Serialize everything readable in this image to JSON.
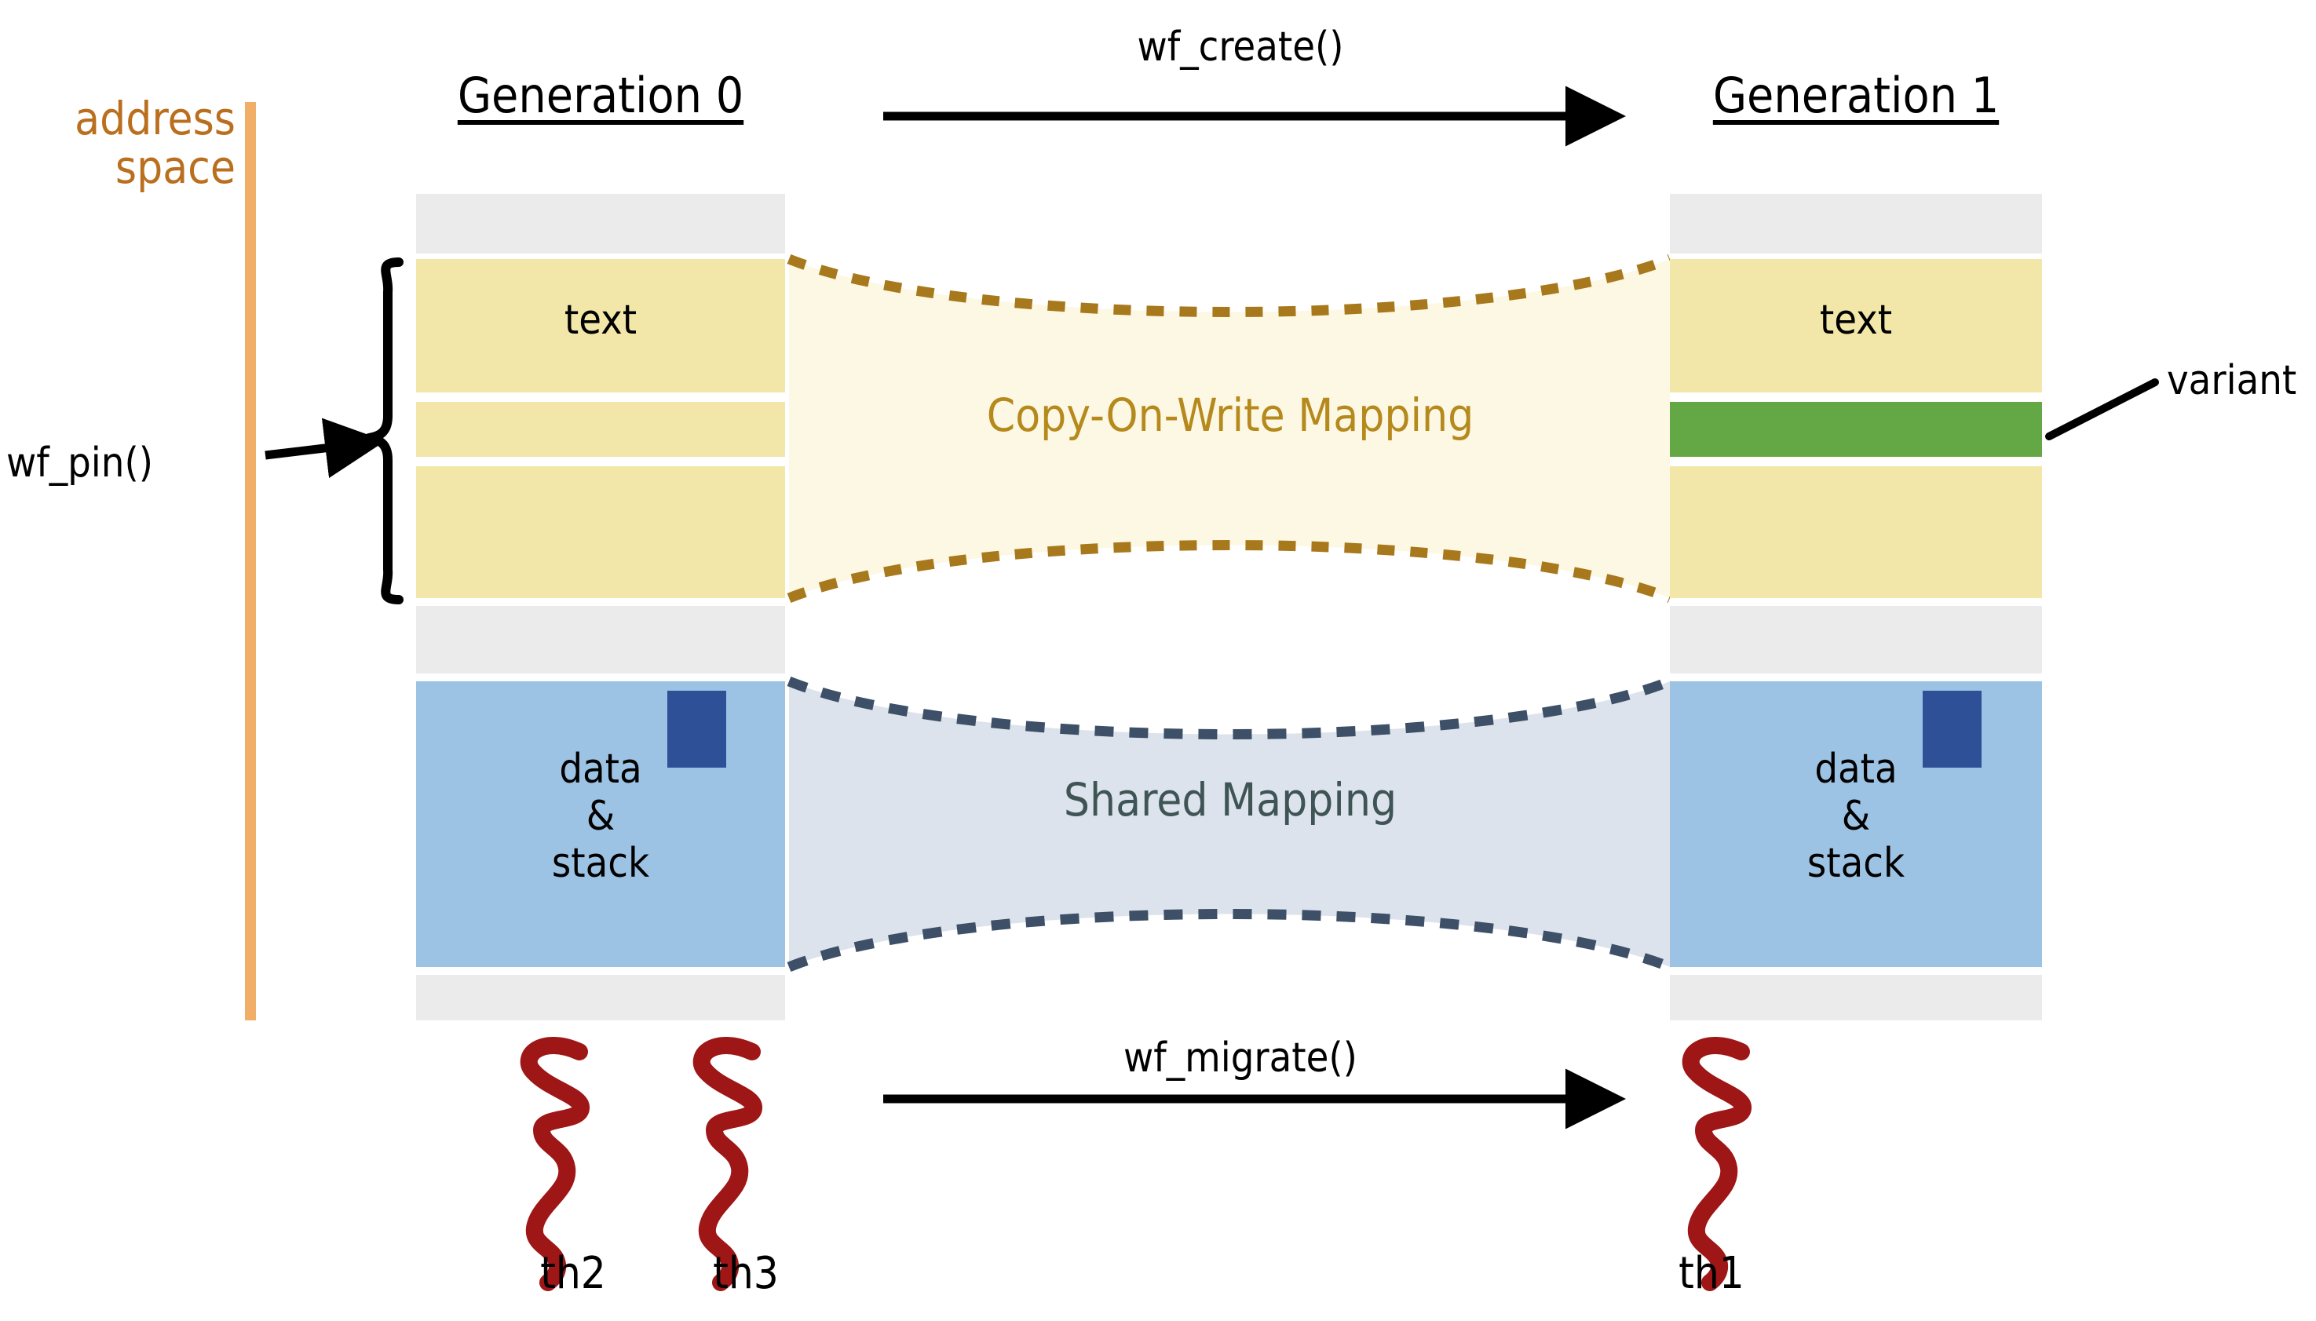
{
  "figure": {
    "title": "Whole-function multi-variant address space diagram",
    "axis": {
      "label": "address\nspace",
      "color": "#ba6f1e",
      "bar_color": "#f0ae68"
    },
    "columns": [
      {
        "id": "generation-0",
        "title": "Generation 0",
        "blocks": [
          {
            "name": "top-padding",
            "label": "",
            "color": "#ebebeb"
          },
          {
            "name": "text-segment",
            "label": "text",
            "color": "#f2e7a8"
          },
          {
            "name": "middle-slot",
            "label": "",
            "color": "#f2e7a8"
          },
          {
            "name": "lower-text",
            "label": "",
            "color": "#f2e7a8"
          },
          {
            "name": "gap",
            "label": "",
            "color": "#ebebeb"
          },
          {
            "name": "data-stack",
            "label": "data\n&\nstack",
            "color": "#9cc3e4"
          },
          {
            "name": "bottom-padding",
            "label": "",
            "color": "#ebebeb"
          }
        ],
        "marker": {
          "name": "data-marker",
          "color": "#2e5096"
        }
      },
      {
        "id": "generation-1",
        "title": "Generation 1",
        "blocks": [
          {
            "name": "top-padding",
            "label": "",
            "color": "#ebebeb"
          },
          {
            "name": "text-segment",
            "label": "text",
            "color": "#f2e7a8"
          },
          {
            "name": "variant-slot",
            "label": "",
            "color": "#64a846"
          },
          {
            "name": "lower-text",
            "label": "",
            "color": "#f2e7a8"
          },
          {
            "name": "gap",
            "label": "",
            "color": "#ebebeb"
          },
          {
            "name": "data-stack",
            "label": "data\n&\nstack",
            "color": "#9cc3e4"
          },
          {
            "name": "bottom-padding",
            "label": "",
            "color": "#ebebeb"
          }
        ],
        "marker": {
          "name": "data-marker",
          "color": "#2e5096"
        }
      }
    ],
    "mappings": [
      {
        "id": "cow",
        "label": "Copy-On-Write Mapping",
        "fill": "#fdf8e3",
        "stroke": "#a8791c",
        "style": "dashed"
      },
      {
        "id": "shared",
        "label": "Shared Mapping",
        "fill": "#dde3ec",
        "stroke": "#3d5068",
        "style": "dashed"
      }
    ],
    "annotations": {
      "wf_create": "wf_create()",
      "wf_migrate": "wf_migrate()",
      "wf_pin": "wf_pin()",
      "variant": "variant"
    },
    "threads": [
      {
        "id": "th2",
        "label": "th2",
        "color": "#9e1616",
        "column": "generation-0"
      },
      {
        "id": "th3",
        "label": "th3",
        "color": "#9e1616",
        "column": "generation-0"
      },
      {
        "id": "th1",
        "label": "th1",
        "color": "#9e1616",
        "column": "generation-1"
      }
    ]
  }
}
